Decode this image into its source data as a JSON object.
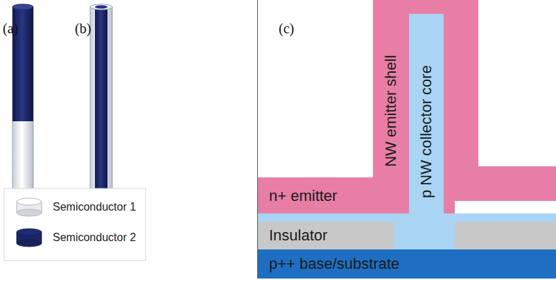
{
  "diagram": {
    "nodes": [
      {
        "text": [
          "NW emitter shell"
        ]
      },
      {
        "text": [
          "p NW collector core"
        ]
      },
      {
        "text": [
          "n+ emitter"
        ]
      },
      {
        "text": [
          "Insulator"
        ]
      },
      {
        "text": [
          "p++ base/substrate"
        ]
      }
    ],
    "labels": [
      "(a)",
      "(b)",
      "(c)"
    ],
    "legend": [
      {
        "text": "Semiconductor 1",
        "color": "#e9edf2"
      },
      {
        "text": "Semiconductor 2",
        "color": "#1c2566"
      }
    ]
  }
}
